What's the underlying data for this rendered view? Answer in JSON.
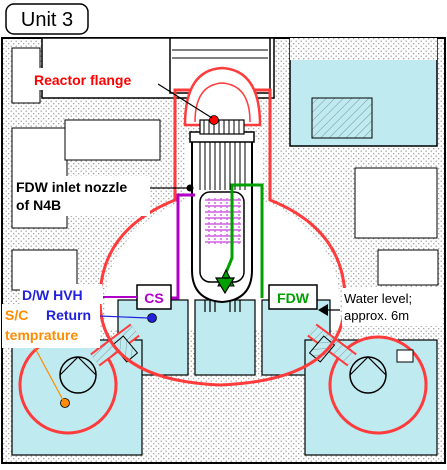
{
  "title": "Unit 3",
  "labels": {
    "reactor_flange": "Reactor flange",
    "fdw_inlet_line1": "FDW inlet nozzle",
    "fdw_inlet_line2": "of N4B",
    "dw_hvh": "D/W HVH",
    "return": "Return",
    "sc": "S/C",
    "temprature": "temprature",
    "cs_box": "CS",
    "fdw_box": "FDW",
    "water_level_line1": "Water level;",
    "water_level_line2": "approx. 6m"
  },
  "colors": {
    "containment": "#ff3b3b",
    "cs_line": "#b000c8",
    "fdw_line": "#00a000",
    "water": "#bfeaf0",
    "concrete_hatch": "#d8d8d8",
    "title_red": "#ff0000",
    "blue_text": "#2222dd",
    "sc_orange": "#ff8c00",
    "fuel_pink": "#d060e0"
  }
}
